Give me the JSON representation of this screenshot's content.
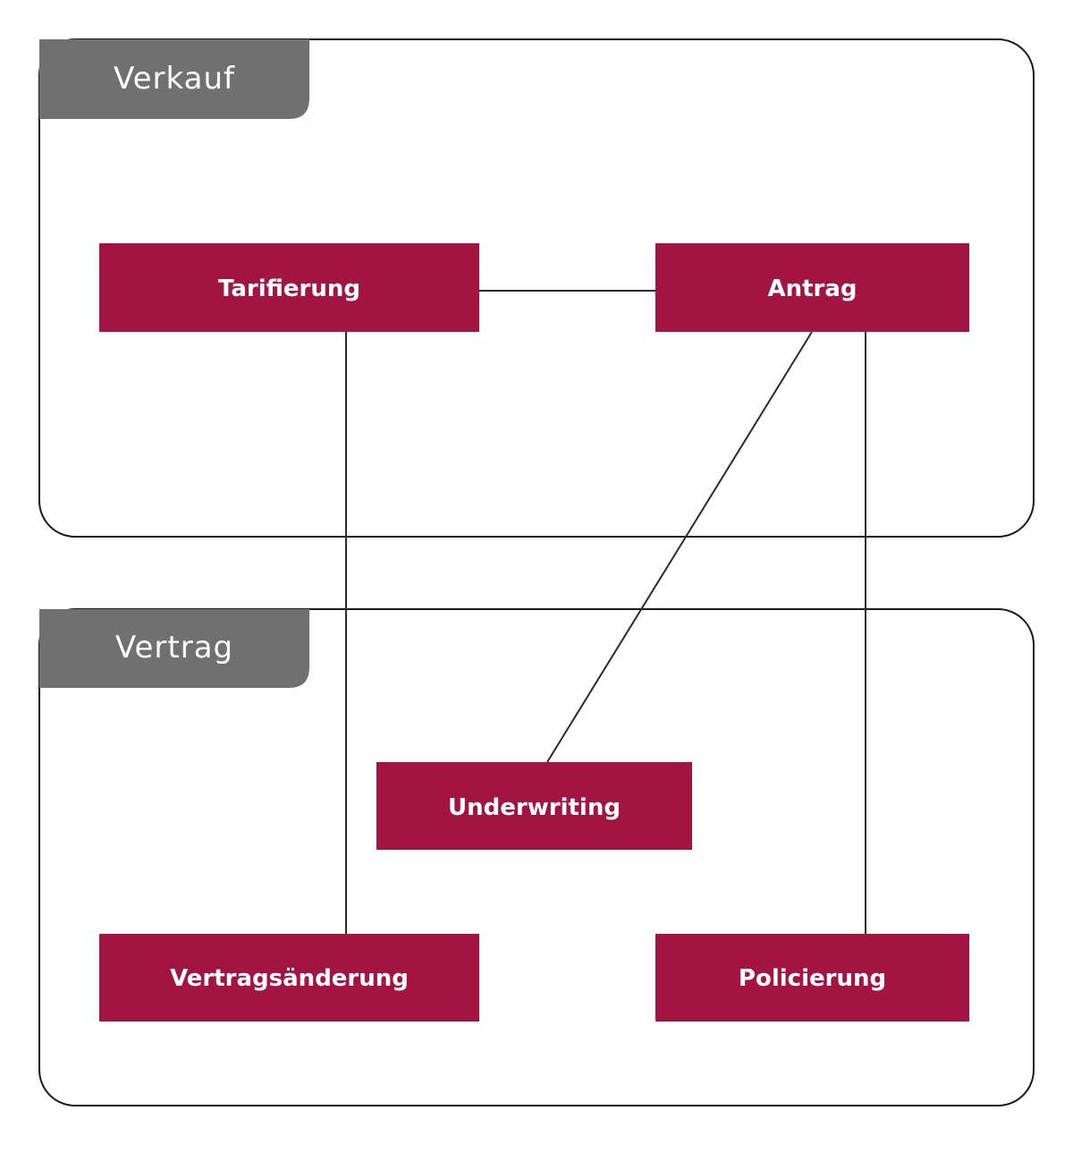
{
  "groups": [
    {
      "id": "verkauf",
      "label": "Verkauf"
    },
    {
      "id": "vertrag",
      "label": "Vertrag"
    }
  ],
  "nodes": [
    {
      "id": "tarifierung",
      "label": "Tarifierung",
      "group": "verkauf"
    },
    {
      "id": "antrag",
      "label": "Antrag",
      "group": "verkauf"
    },
    {
      "id": "underwriting",
      "label": "Underwriting",
      "group": "vertrag"
    },
    {
      "id": "vertragsaenderung",
      "label": "Vertragsänderung",
      "group": "vertrag"
    },
    {
      "id": "policierung",
      "label": "Policierung",
      "group": "vertrag"
    }
  ],
  "edges": [
    {
      "from": "tarifierung",
      "to": "antrag"
    },
    {
      "from": "tarifierung",
      "to": "vertragsaenderung"
    },
    {
      "from": "antrag",
      "to": "underwriting"
    },
    {
      "from": "antrag",
      "to": "policierung"
    }
  ],
  "colors": {
    "node_fill": "#a31441",
    "tab_fill": "#707070",
    "frame_stroke": "#1a1a1a",
    "text": "#ffffff"
  }
}
